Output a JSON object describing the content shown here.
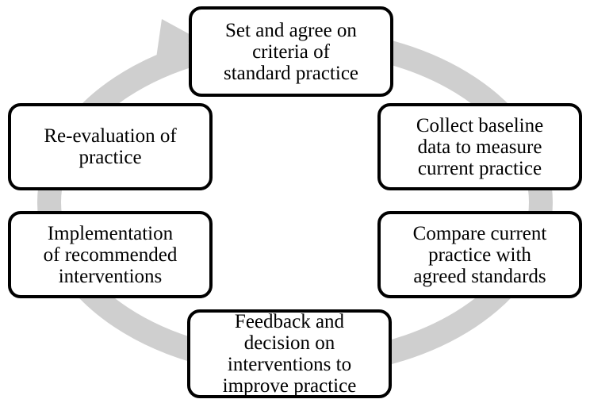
{
  "cycle": {
    "ring_color": "#cfcfcf",
    "box_border_color": "#000000",
    "box_fill_color": "#ffffff",
    "arrow_icon": "arrow-head-icon",
    "steps": [
      {
        "label": "Set and agree on\ncriteria of\nstandard practice"
      },
      {
        "label": "Collect baseline\ndata to measure\ncurrent practice"
      },
      {
        "label": "Compare current\npractice with\nagreed standards"
      },
      {
        "label": "Feedback  and\ndecision on\ninterventions to\nimprove practice"
      },
      {
        "label": "Implementation\nof  recommended\ninterventions"
      },
      {
        "label": "Re-evaluation of\npractice"
      }
    ]
  }
}
